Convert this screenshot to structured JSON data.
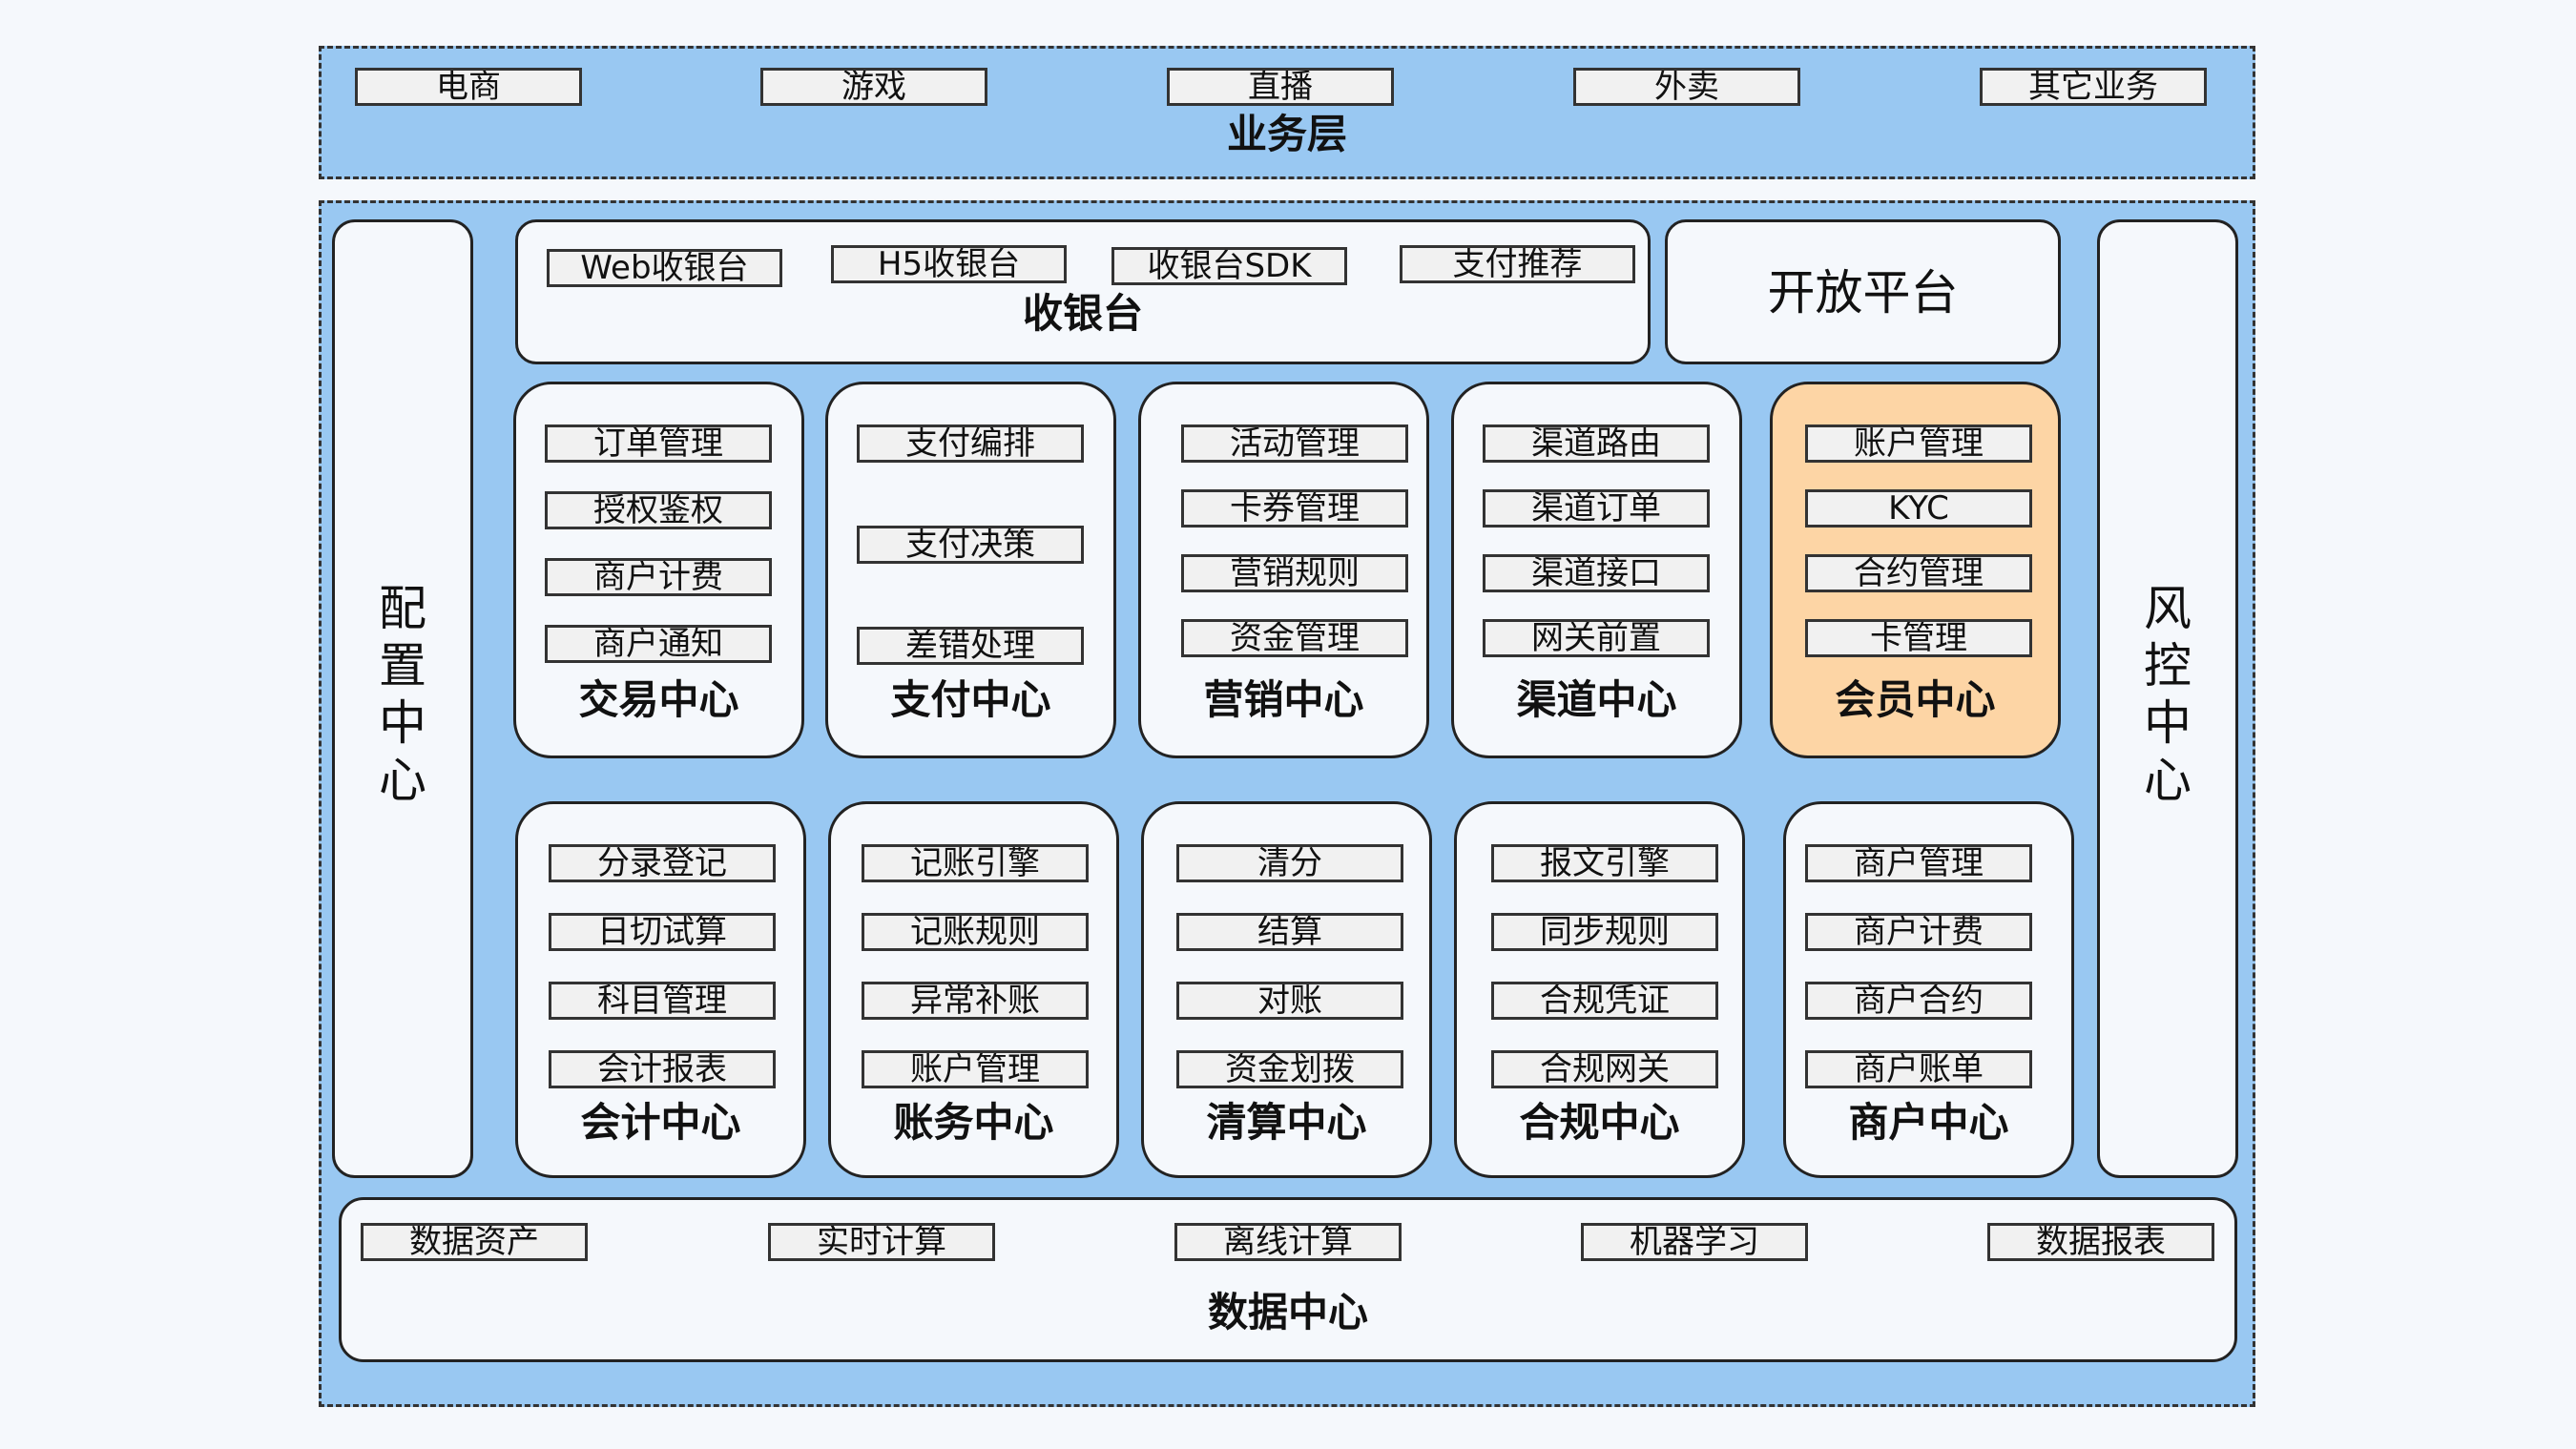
{
  "business_layer": {
    "title": "业务层",
    "items": [
      "电商",
      "游戏",
      "直播",
      "外卖",
      "其它业务"
    ]
  },
  "config_center": {
    "chars": [
      "配",
      "置",
      "中",
      "心"
    ]
  },
  "risk_center": {
    "chars": [
      "风",
      "控",
      "中",
      "心"
    ]
  },
  "cashier": {
    "title": "收银台",
    "items": [
      "Web收银台",
      "H5收银台",
      "收银台SDK",
      "支付推荐"
    ]
  },
  "open_platform": {
    "title": "开放平台"
  },
  "row1": [
    {
      "title": "交易中心",
      "items": [
        "订单管理",
        "授权鉴权",
        "商户计费",
        "商户通知"
      ]
    },
    {
      "title": "支付中心",
      "items": [
        "支付编排",
        "支付决策",
        "差错处理"
      ]
    },
    {
      "title": "营销中心",
      "items": [
        "活动管理",
        "卡券管理",
        "营销规则",
        "资金管理"
      ]
    },
    {
      "title": "渠道中心",
      "items": [
        "渠道路由",
        "渠道订单",
        "渠道接口",
        "网关前置"
      ]
    },
    {
      "title": "会员中心",
      "items": [
        "账户管理",
        "KYC",
        "合约管理",
        "卡管理"
      ]
    }
  ],
  "row2": [
    {
      "title": "会计中心",
      "items": [
        "分录登记",
        "日切试算",
        "科目管理",
        "会计报表"
      ]
    },
    {
      "title": "账务中心",
      "items": [
        "记账引擎",
        "记账规则",
        "异常补账",
        "账户管理"
      ]
    },
    {
      "title": "清算中心",
      "items": [
        "清分",
        "结算",
        "对账",
        "资金划拨"
      ]
    },
    {
      "title": "合规中心",
      "items": [
        "报文引擎",
        "同步规则",
        "合规凭证",
        "合规网关"
      ]
    },
    {
      "title": "商户中心",
      "items": [
        "商户管理",
        "商户计费",
        "商户合约",
        "商户账单"
      ]
    }
  ],
  "data_center": {
    "title": "数据中心",
    "items": [
      "数据资产",
      "实时计算",
      "离线计算",
      "机器学习",
      "数据报表"
    ]
  },
  "colors": {
    "layer_fill": "#99c8f2",
    "card_fill": "#f5f8fc",
    "highlight_fill": "#fdd5a5"
  }
}
